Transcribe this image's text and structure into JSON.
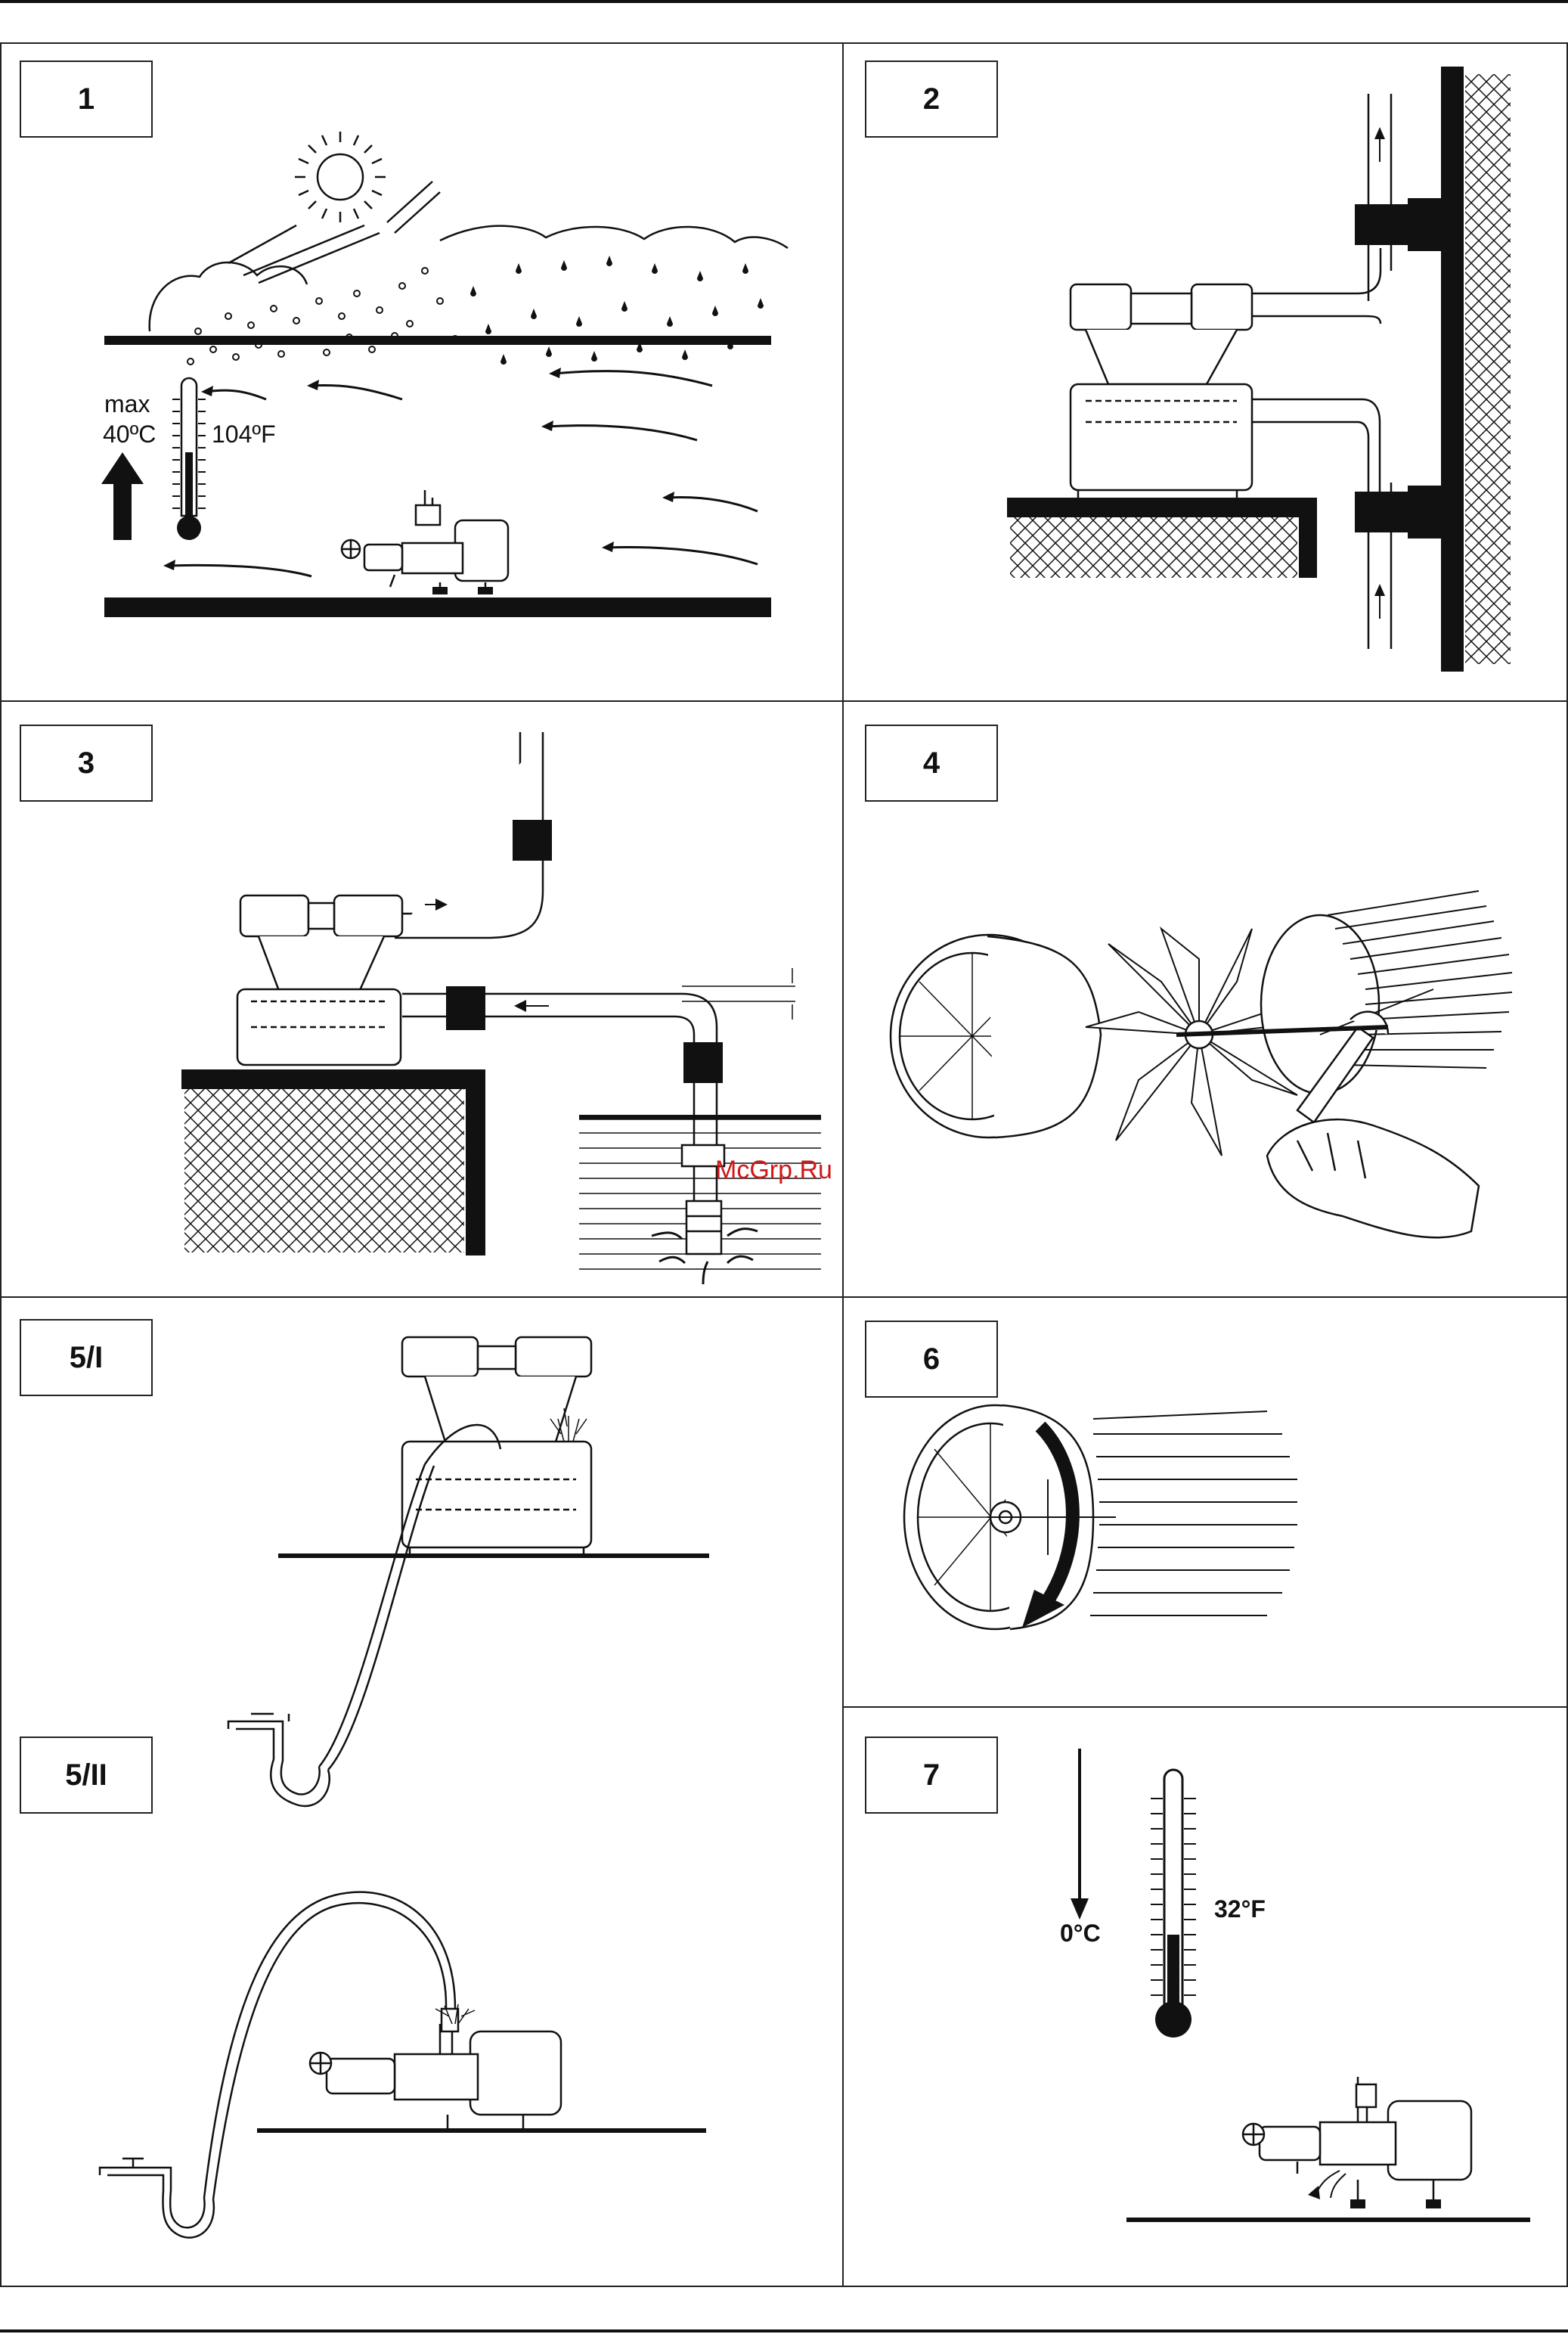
{
  "panels": {
    "p1": {
      "label": "1",
      "temp_max": "max",
      "temp_c": "40ºC",
      "temp_f": "104ºF"
    },
    "p2": {
      "label": "2"
    },
    "p3": {
      "label": "3"
    },
    "p4": {
      "label": "4"
    },
    "p5a": {
      "label": "5/I"
    },
    "p5b": {
      "label": "5/II"
    },
    "p6": {
      "label": "6"
    },
    "p7": {
      "label": "7",
      "temp_c": "0°C",
      "temp_f": "32°F"
    }
  },
  "watermark": "McGrp.Ru"
}
